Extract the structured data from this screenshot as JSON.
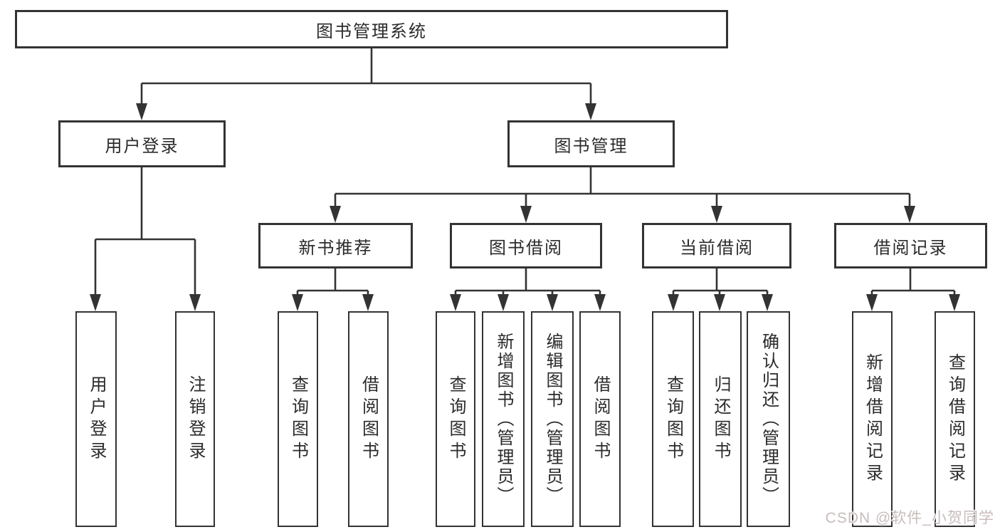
{
  "diagram": {
    "title": "图书管理系统",
    "nodes": {
      "root": "图书管理系统",
      "user_login": "用户登录",
      "book_mgmt": "图书管理",
      "new_book_rec": "新书推荐",
      "book_borrow": "图书借阅",
      "current_borrow": "当前借阅",
      "borrow_record": "借阅记录",
      "leaf_user_login": "用户登录",
      "leaf_logout": "注销登录",
      "rec_query": "查询图书",
      "rec_borrow": "借阅图书",
      "bb_query": "查询图书",
      "bb_add": "新增图书（管理员）",
      "bb_edit": "编辑图书（管理员）",
      "bb_borrow": "借阅图书",
      "cb_query": "查询图书",
      "cb_return": "归还图书",
      "cb_confirm": "确认归还（管理员）",
      "br_add": "新增借阅记录",
      "br_query": "查询借阅记录"
    },
    "hierarchy": {
      "图书管理系统": {
        "用户登录": [
          "用户登录",
          "注销登录"
        ],
        "图书管理": {
          "新书推荐": [
            "查询图书",
            "借阅图书"
          ],
          "图书借阅": [
            "查询图书",
            "新增图书（管理员）",
            "编辑图书（管理员）",
            "借阅图书"
          ],
          "当前借阅": [
            "查询图书",
            "归还图书",
            "确认归还（管理员）"
          ],
          "借阅记录": [
            "新增借阅记录",
            "查询借阅记录"
          ]
        }
      }
    }
  },
  "watermark": {
    "text": "CSDN @软件_小贺同学",
    "color": "#c9bcbc"
  },
  "colors": {
    "line": "#333333",
    "box_border": "#333333",
    "text": "#2b2b2b",
    "background": "#ffffff"
  }
}
